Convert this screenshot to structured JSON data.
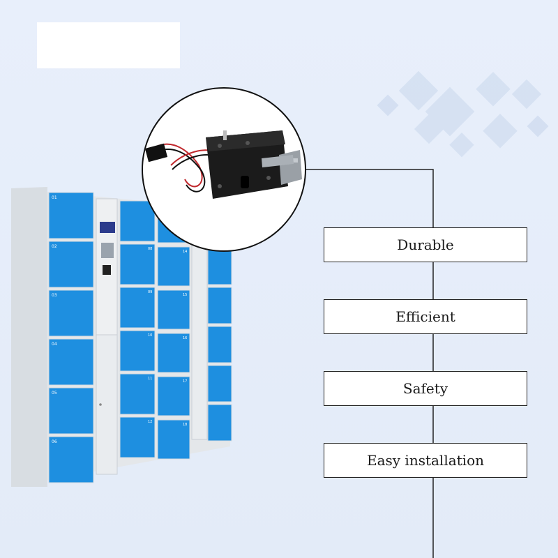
{
  "features": [
    {
      "label": "Durable"
    },
    {
      "label": "Efficient"
    },
    {
      "label": "Safety"
    },
    {
      "label": "Easy installation"
    }
  ],
  "locker": {
    "door_labels_left": [
      "01",
      "02",
      "03",
      "04",
      "05",
      "06"
    ],
    "door_labels_mid": [
      "08",
      "09",
      "10",
      "11",
      "12"
    ],
    "door_labels_right": [
      "14",
      "15",
      "16",
      "17",
      "18"
    ]
  },
  "colors": {
    "background": "#e5edf9",
    "locker_blue": "#1e8fe0",
    "locker_frame": "#dfe3e8",
    "line": "#222222"
  },
  "icons": {
    "product": "electronic-cabinet-lock",
    "scene": "smart-locker-cabinet"
  }
}
